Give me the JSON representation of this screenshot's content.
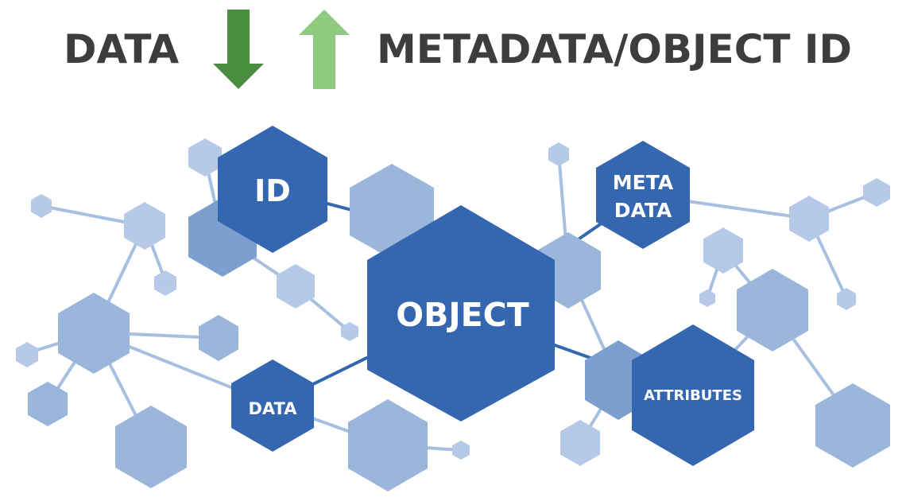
{
  "header": {
    "left_label": "DATA",
    "right_label": "METADATA/OBJECT ID"
  },
  "labels": {
    "id": "ID",
    "object": "OBJECT",
    "meta_line1": "META",
    "meta_line2": "DATA",
    "data": "DATA",
    "attributes": "ATTRIBUTES"
  },
  "colors": {
    "text_dark": "#3d3d3d",
    "arrow_down": "#4a8f3f",
    "arrow_up": "#8fcb7f",
    "node_primary": "#3566b0",
    "node_secondary": "#7d9fcf",
    "node_light": "#9bb6db",
    "node_pale": "#b6c9e6",
    "edge_primary": "#3566b0",
    "edge_light": "#a7bfe1"
  }
}
